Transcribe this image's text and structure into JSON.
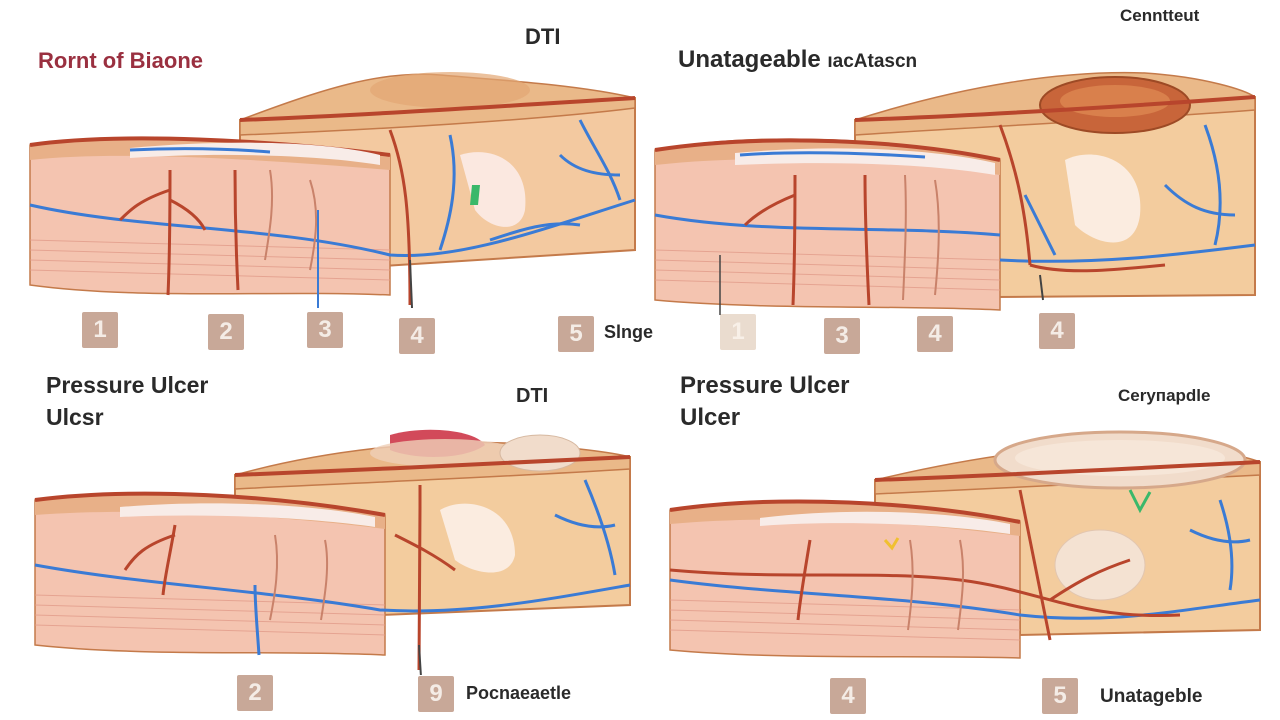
{
  "labels": {
    "tl_title": "Rornt of Biaone",
    "tl_dti": "DTI",
    "tr_title": "Unatageable",
    "tr_title_small": "ıacAtascn",
    "tr_corner": "Cenntteut",
    "stage_word": "Slnge",
    "bl_title_1": "Pressure Ulcer",
    "bl_title_2": "Ulcsr",
    "bl_dti": "DTI",
    "br_title_1": "Pressure Ulcer",
    "br_title_2": "Ulcer",
    "br_corner": "Cerупарdle",
    "bl_caption": "Pocnaeaetle",
    "br_caption": "Unatageble"
  },
  "badges": {
    "top_left": [
      "1",
      "2",
      "3",
      "4",
      "5"
    ],
    "top_right": [
      "1",
      "3",
      "4",
      "4"
    ],
    "bottom_left": [
      "2",
      "9"
    ],
    "bottom_right": [
      "4",
      "5"
    ]
  },
  "colors": {
    "skin_top": "#f2c9a4",
    "dermis": "#f4c4b0",
    "fat": "#f0cfa0",
    "vessel_red": "#b8452c",
    "vessel_blue": "#3a7bd5",
    "wound": "#c87a4a",
    "title_red": "#9a3040"
  }
}
